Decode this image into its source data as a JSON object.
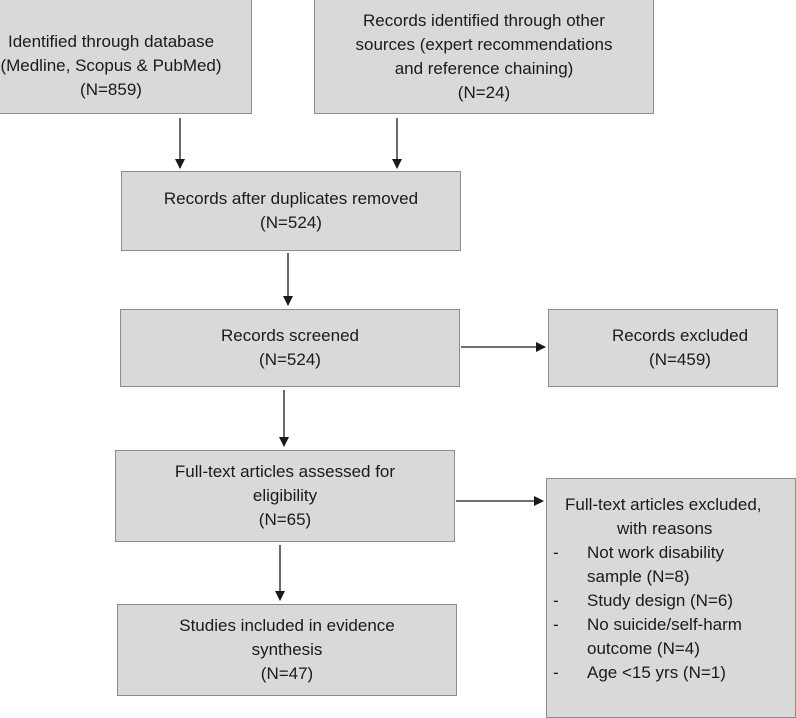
{
  "boxes": {
    "identified_db": {
      "lines": [
        "Identified through database",
        "(Medline, Scopus & PubMed)",
        "(N=859)"
      ]
    },
    "identified_other": {
      "lines": [
        "Records identified through other",
        "sources (expert recommendations",
        "and reference chaining)",
        "(N=24)"
      ]
    },
    "after_duplicates": {
      "lines": [
        "Records after duplicates removed",
        "(N=524)"
      ]
    },
    "screened": {
      "lines": [
        "Records screened",
        "(N=524)"
      ]
    },
    "excluded": {
      "lines": [
        "Records excluded",
        "(N=459)"
      ]
    },
    "fulltext_assessed": {
      "lines": [
        "Full-text articles assessed for",
        "eligibility",
        "(N=65)"
      ]
    },
    "fulltext_excluded": {
      "heading": "Full-text articles excluded,",
      "heading2": "with reasons",
      "items": [
        {
          "lines": [
            "Not work disability",
            "sample (N=8)"
          ]
        },
        {
          "lines": [
            "Study design (N=6)"
          ]
        },
        {
          "lines": [
            "No suicide/self-harm",
            "outcome (N=4)"
          ]
        },
        {
          "lines": [
            "Age <15 yrs (N=1)"
          ]
        }
      ]
    },
    "included": {
      "lines": [
        "Studies included in evidence",
        "synthesis",
        "(N=47)"
      ]
    }
  },
  "colors": {
    "box_fill": "#d9d9d9",
    "box_border": "#8c8c8c",
    "arrow": "#1a1a1a"
  }
}
